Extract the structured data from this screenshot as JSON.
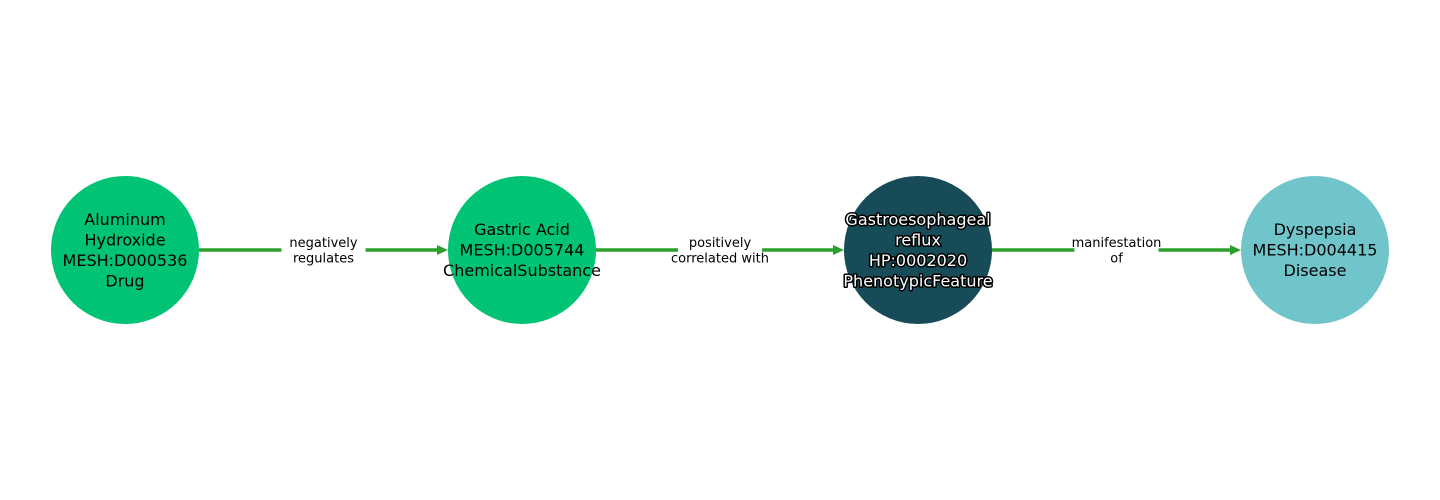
{
  "colors": {
    "edge": "#2ca02c",
    "background": "#ffffff"
  },
  "nodes": [
    {
      "id": "aluminum",
      "lines": [
        "Aluminum",
        "Hydroxide",
        "MESH:D000536",
        "Drug"
      ],
      "fill": "#00c373",
      "text_color": "#000000",
      "halo": false
    },
    {
      "id": "gastric",
      "lines": [
        "Gastric Acid",
        "MESH:D005744",
        "ChemicalSubstance"
      ],
      "fill": "#00c373",
      "text_color": "#000000",
      "halo": false
    },
    {
      "id": "gerd",
      "lines": [
        "Gastroesophageal",
        "reflux",
        "HP:0002020",
        "PhenotypicFeature"
      ],
      "fill": "#164b57",
      "text_color": "#ffffff",
      "halo": true
    },
    {
      "id": "dyspepsia",
      "lines": [
        "Dyspepsia",
        "MESH:D004415",
        "Disease"
      ],
      "fill": "#70c5ca",
      "text_color": "#000000",
      "halo": false
    }
  ],
  "edges": [
    {
      "from": "aluminum",
      "to": "gastric",
      "label_lines": [
        "negatively",
        "regulates"
      ]
    },
    {
      "from": "gastric",
      "to": "gerd",
      "label_lines": [
        "positively",
        "correlated with"
      ]
    },
    {
      "from": "gerd",
      "to": "dyspepsia",
      "label_lines": [
        "manifestation",
        "of"
      ]
    }
  ]
}
